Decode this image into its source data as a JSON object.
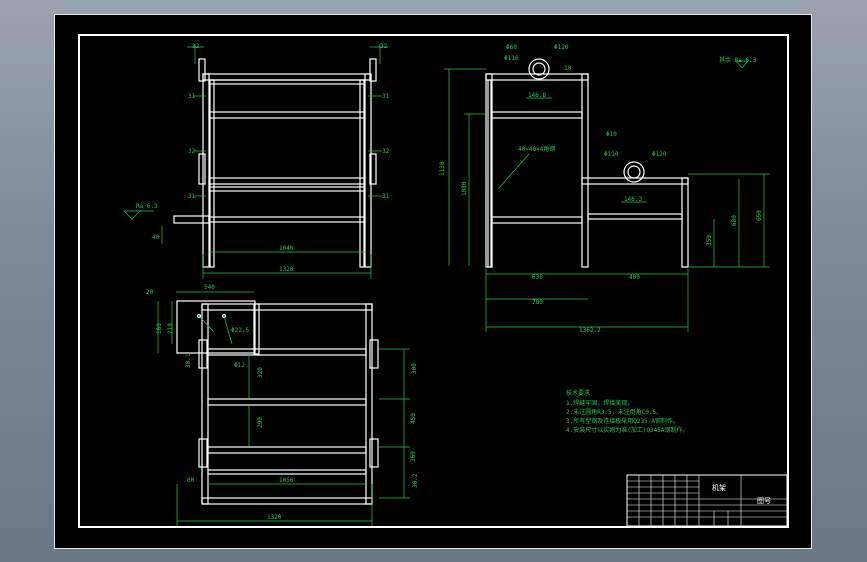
{
  "drawing": {
    "front_view": {
      "dims": {
        "top_left": "32",
        "top_right": "32",
        "l1": "31",
        "r1": "31",
        "l2": "32",
        "r2": "32",
        "l3": "31",
        "r3": "31",
        "inner_width": "1040",
        "outer_width": "1320",
        "offset_side": "40",
        "roughness": "Ra 6.3"
      }
    },
    "side_view": {
      "dims": {
        "top_left": "Φ60",
        "top_circle": "Φ120",
        "top_small": "Φ110",
        "top_dim": "10",
        "top_width": "146.8",
        "overall_height": "1130",
        "upper_height": "1080",
        "mid_circle": "Φ120",
        "mid_small": "Φ110",
        "mid_dim": "Φ10",
        "mid_width": "146.3",
        "leader_note": "40×40×4角钢",
        "right_h1": "350",
        "right_h2": "680",
        "right_h3": "650",
        "bottom_630": "630",
        "bottom_400": "400",
        "bottom_780": "780",
        "bottom_total": "1362.2"
      },
      "roughness": "其余 Ra 6.3"
    },
    "top_view": {
      "dims": {
        "top_width": "540",
        "small_dim": "20",
        "left_height": "180",
        "left_small": "210",
        "left_low": "30.1",
        "hole_a": "Φ22.5",
        "hole_b": "Φ12",
        "mid_vert": "320",
        "mid_vert2": "290",
        "right_top": "300",
        "right_mid": "450",
        "right_low": "360",
        "right_bottom": "30.2",
        "left_bottom": "60",
        "inner_width": "1056",
        "outer_width": "1320"
      }
    },
    "notes": {
      "title": "技术要求",
      "items": [
        "1.焊缝牢固，焊接美观。",
        "2.未注圆角R3.5，未注倒角C0.5。",
        "3.所有型钢及连接板采用Q235-A钢制作。",
        "4.安装尺寸以实物为准(加工)Q345A钢制作。"
      ]
    },
    "title_block": {
      "name": "机架",
      "code": "图号"
    }
  }
}
